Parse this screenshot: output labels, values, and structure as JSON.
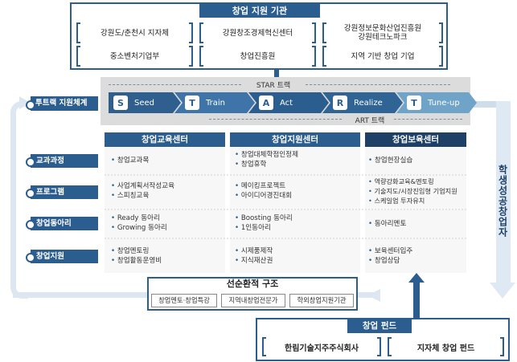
{
  "support": {
    "title": "창업 지원 기관",
    "orgs": [
      "강원도/춘천시 지자체",
      "강원창조경제혁신센터",
      "강원정보문화산업진흥원\n강원테크노파크",
      "중소벤처기업부",
      "창업진흥원",
      "지역 기반 창업 기업"
    ]
  },
  "track": {
    "label": "투트랙 지원체계",
    "star": "STAR 트랙",
    "art": "ART 트랙",
    "steps": [
      {
        "letter": "S",
        "name": "Seed"
      },
      {
        "letter": "T",
        "name": "Train"
      },
      {
        "letter": "A",
        "name": "Act"
      },
      {
        "letter": "R",
        "name": "Realize"
      },
      {
        "letter": "T",
        "name": "Tune-up"
      }
    ]
  },
  "table": {
    "columns": [
      "창업교육센터",
      "창업지원센터",
      "창업보육센터"
    ],
    "rows": [
      "교과과정",
      "프로그램",
      "창업동아리",
      "창업지원"
    ],
    "cells": [
      [
        [
          "창업교과목"
        ],
        [
          "창업대체학점인정제",
          "창업휴학"
        ],
        [
          "창업현장실습"
        ]
      ],
      [
        [
          "사업계획서작성교육",
          "스피칭교육"
        ],
        [
          "메이킹프로젝트",
          "아이디어경진대회"
        ],
        [
          "역량강화교육&멘토링",
          "기술지도/시장진입형 기업지원",
          "스케일업 투자유치"
        ]
      ],
      [
        [
          "Ready 동아리",
          "Growing 동아리"
        ],
        [
          "Boosting 동아리",
          "1인동아리"
        ],
        [
          "동아리멘토"
        ]
      ],
      [
        [
          "창업멘토링",
          "창업활동운영비"
        ],
        [
          "시제품제작",
          "지식재산권"
        ],
        [
          "보육센터입주",
          "창업상담"
        ]
      ]
    ]
  },
  "outcome": "학생성공창업자",
  "circulation": {
    "title": "선순환적 구조",
    "items": [
      "창업멘토·창업특강",
      "지역내창업전문가",
      "학외창업지원기관"
    ]
  },
  "funding": {
    "title": "창업 펀드",
    "items": [
      "한림기술지주주식회사",
      "지자체 창업 펀드"
    ]
  },
  "colors": {
    "primary": "#2c5d8f",
    "dark": "#1e3f66",
    "track_step": "#6fa3c7",
    "loop": "#dde7f1"
  }
}
